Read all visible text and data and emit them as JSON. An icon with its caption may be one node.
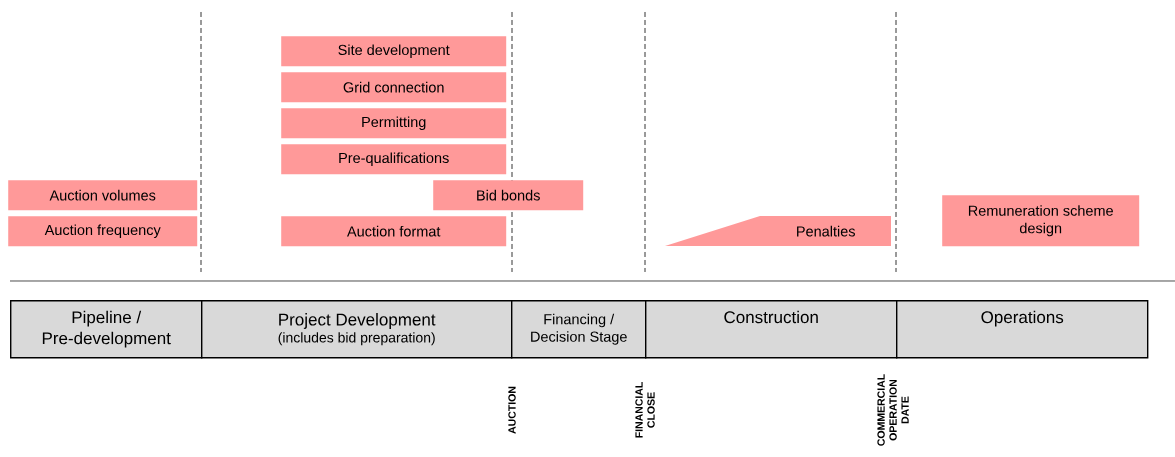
{
  "diagram": {
    "nodes": [
      {
        "text": [
          "Auction volumes"
        ]
      },
      {
        "text": [
          "Auction frequency"
        ]
      },
      {
        "text": [
          "Site development"
        ]
      },
      {
        "text": [
          "Grid connection"
        ]
      },
      {
        "text": [
          "Permitting"
        ]
      },
      {
        "text": [
          "Pre-qualifications"
        ]
      },
      {
        "text": [
          "Bid bonds"
        ]
      },
      {
        "text": [
          "Auction format"
        ]
      },
      {
        "text": [
          "Penalties"
        ]
      },
      {
        "text": [
          "Remuneration scheme design"
        ]
      },
      {
        "text": [
          "Pipeline / Pre-development"
        ]
      },
      {
        "text": [
          "Project Development",
          "(includes bid preparation)"
        ]
      },
      {
        "text": [
          "Financing / Decision Stage"
        ]
      },
      {
        "text": [
          "Construction"
        ]
      },
      {
        "text": [
          "Operations"
        ]
      }
    ],
    "labels": [
      "AUCTION",
      "FINANCIAL CLOSE",
      "COMMERCIAL OPERATION DATE"
    ]
  }
}
